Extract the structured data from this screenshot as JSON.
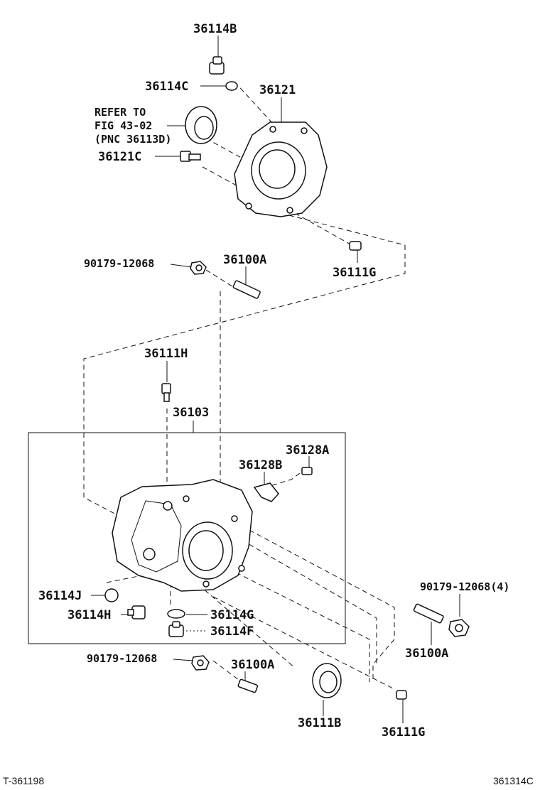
{
  "labels": {
    "p36114B_top": "36114B",
    "p36114C": "36114C",
    "p36121": "36121",
    "refer_1": "REFER TO",
    "refer_2": "FIG 43-02",
    "refer_3": "(PNC 36113D)",
    "p36121C": "36121C",
    "p90179_a": "90179-12068",
    "p36100A_a": "36100A",
    "p36111G_a": "36111G",
    "p36111H": "36111H",
    "p36103": "36103",
    "p36128A": "36128A",
    "p36128B": "36128B",
    "p36114J": "36114J",
    "p36114H": "36114H",
    "p36114G": "36114G",
    "p36114F": "36114F",
    "p90179_b": "90179-12068(4)",
    "p36100A_b": "36100A",
    "p90179_c": "90179-12068",
    "p36100A_c": "36100A",
    "p36111B": "36111B",
    "p36111G_b": "36111G"
  },
  "footer": {
    "left": "T-361198",
    "right": "361314C"
  }
}
